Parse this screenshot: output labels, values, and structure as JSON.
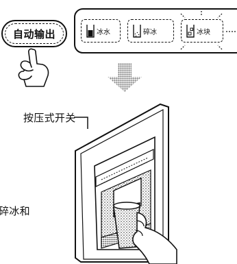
{
  "auto_button": {
    "label": "自动输出"
  },
  "panel": {
    "options": [
      {
        "label": "冰水",
        "icon": "water-cup-icon"
      },
      {
        "label": "碎冰",
        "icon": "crushed-ice-cup-icon"
      },
      {
        "label": "冰块",
        "icon": "ice-cube-cup-icon"
      }
    ]
  },
  "switch_label": "按压式开关",
  "side_text": "碎冰和",
  "colors": {
    "ink": "#111111",
    "paper": "#ffffff",
    "arrow_dots": "#888888"
  }
}
